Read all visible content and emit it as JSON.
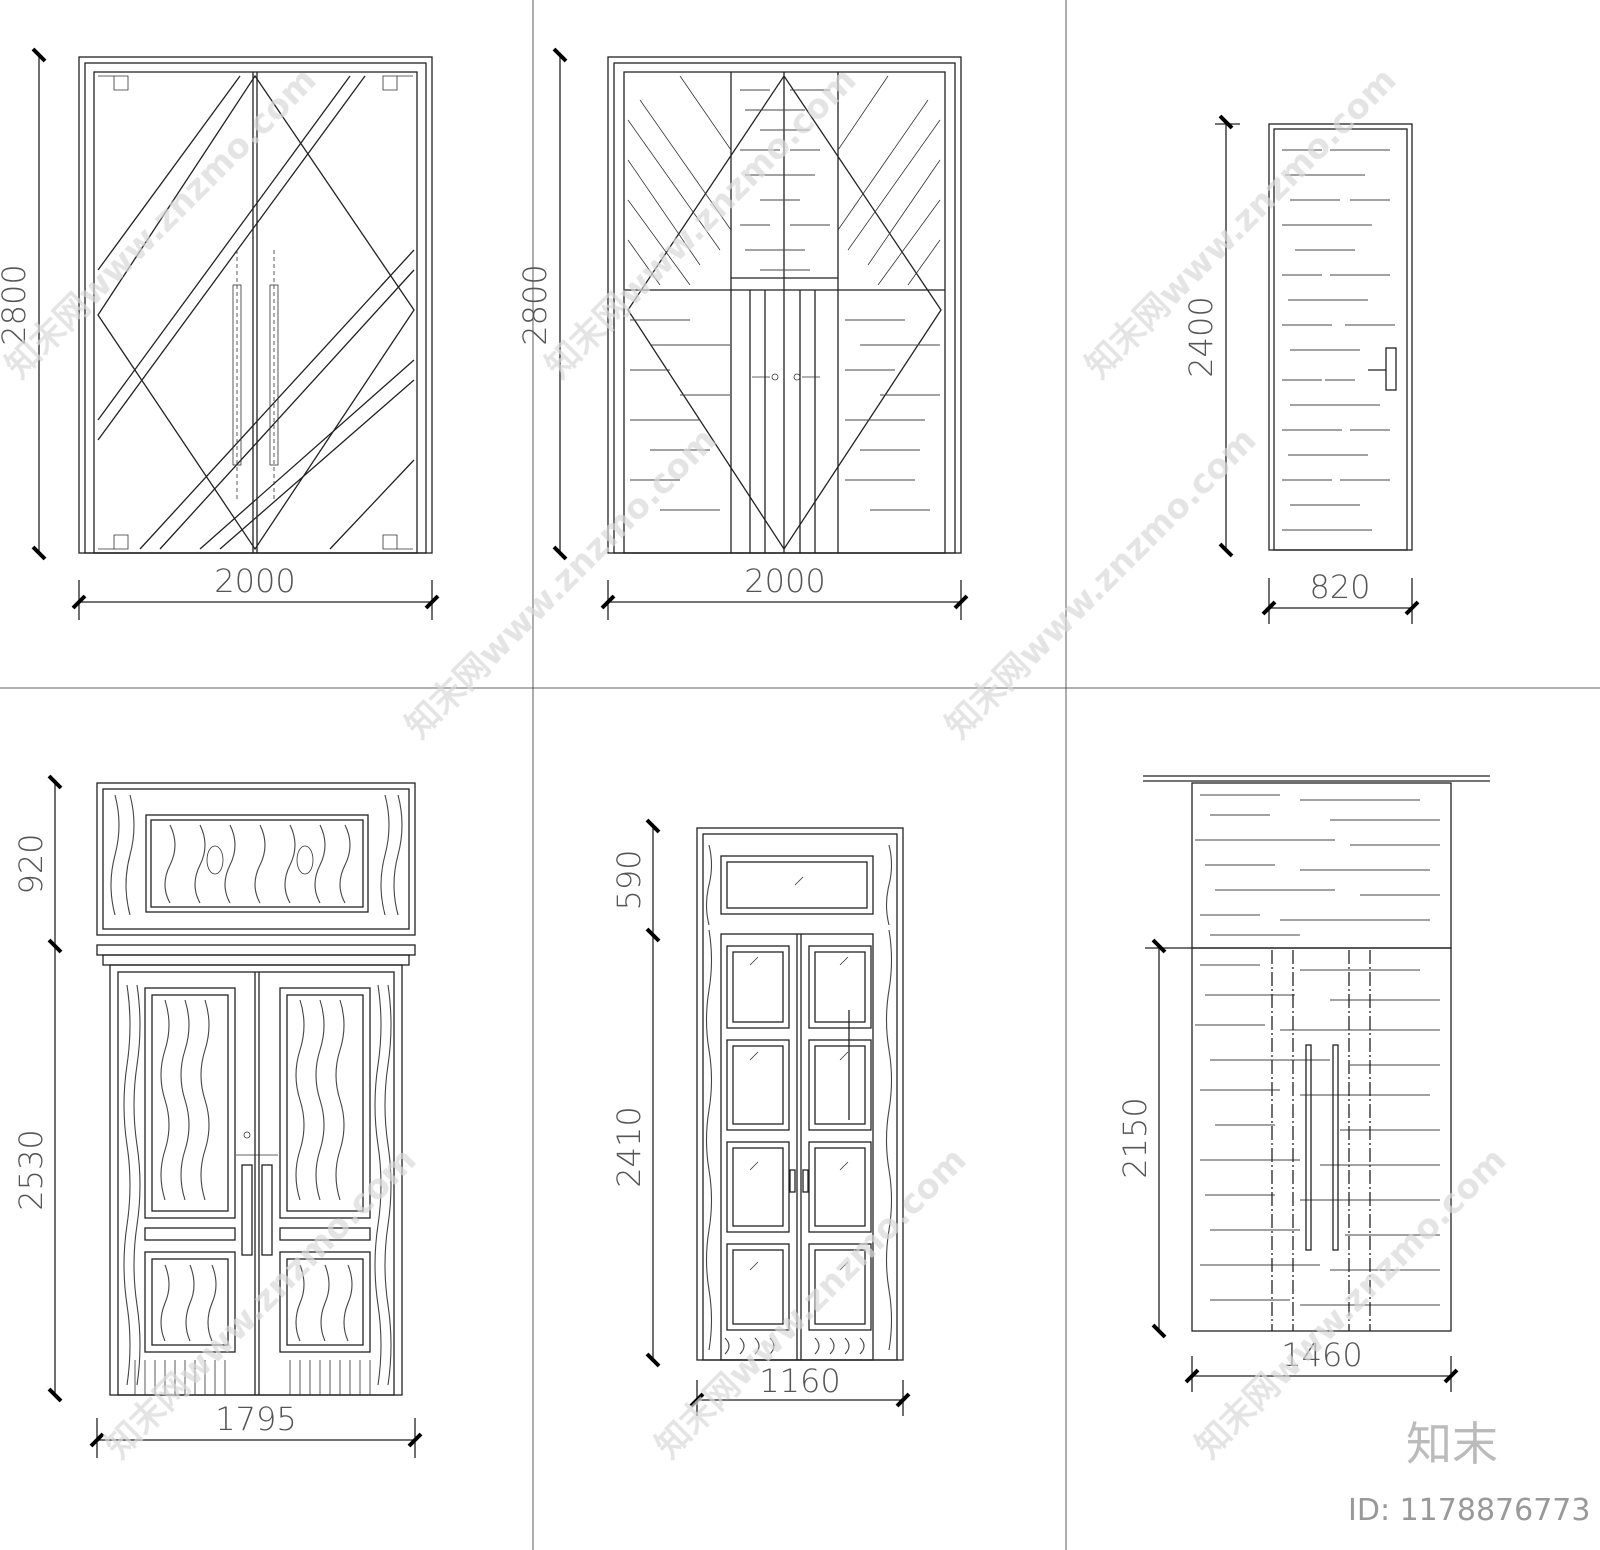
{
  "panels": [
    {
      "id": "glass-double-door",
      "width_label": "2000",
      "height_label": "2800"
    },
    {
      "id": "wood-double-door-diamond",
      "width_label": "2000",
      "height_label": "2800"
    },
    {
      "id": "single-wood-door",
      "width_label": "820",
      "height_label": "2400"
    },
    {
      "id": "carved-double-door-transom",
      "width_label": "1795",
      "height_label": "2530",
      "transom_label": "920"
    },
    {
      "id": "panel-glass-door-transom",
      "width_label": "1160",
      "height_label": "2410",
      "transom_label": "590"
    },
    {
      "id": "wood-double-door-overpanel",
      "width_label": "1460",
      "height_label": "2150"
    }
  ],
  "watermark": {
    "text": "知末网www.znzmo.com"
  },
  "brand": {
    "logo_text": "知末",
    "id_text": "ID: 1178876773"
  },
  "colors": {
    "line": "#222222",
    "dimension_text": "#555555",
    "watermark": "#d9d9d9"
  }
}
